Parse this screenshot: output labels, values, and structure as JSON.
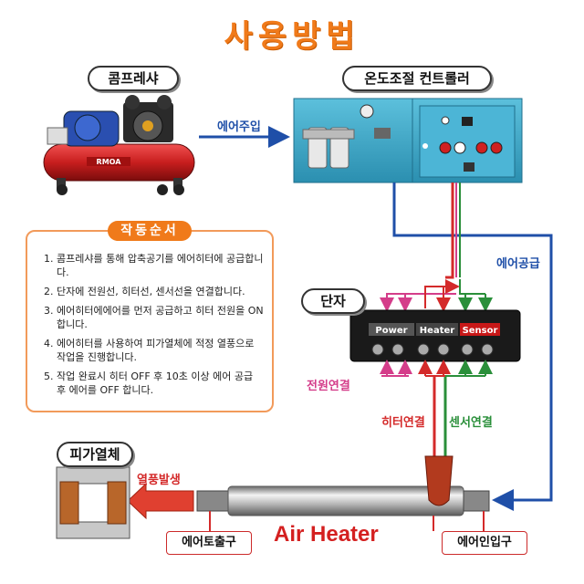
{
  "title": "사용방법",
  "labels": {
    "compressor": "콤프레샤",
    "controller": "온도조절 컨트롤러",
    "terminal": "단자",
    "object": "피가열체",
    "air_injection": "에어주입",
    "air_supply": "에어공급",
    "power_connect": "전원연결",
    "heater_connect": "히터연결",
    "sensor_connect": "센서연결",
    "hot_air": "열풍발생",
    "air_outlet": "에어토출구",
    "air_inlet": "에어인입구",
    "air_heater": "Air Heater",
    "compressor_brand": "RMOA"
  },
  "terminal_block": {
    "power": "Power",
    "heater": "Heater",
    "sensor": "Sensor"
  },
  "steps": {
    "title": "작동순서",
    "items": [
      "콤프레샤를 통해 압축공기를 에어히터에 공급합니다.",
      "단자에 전원선, 히터선, 센서선을 연결합니다.",
      "에어히터에에어를  먼저 공급하고 히터 전원을 ON합니다.",
      "에어히터를 사용하여 피가열체에 적정 열풍으로 작업을 진행합니다.",
      "작업 완료시 히터 OFF 후 10초 이상 에어 공급 후 에어를 OFF 합니다."
    ]
  },
  "colors": {
    "title": "#f07a1a",
    "air_line": "#1f4fa8",
    "power": "#d43d8a",
    "heater": "#d42a2a",
    "sensor": "#2a8f3a",
    "controller_box": "#3aa8c8"
  }
}
